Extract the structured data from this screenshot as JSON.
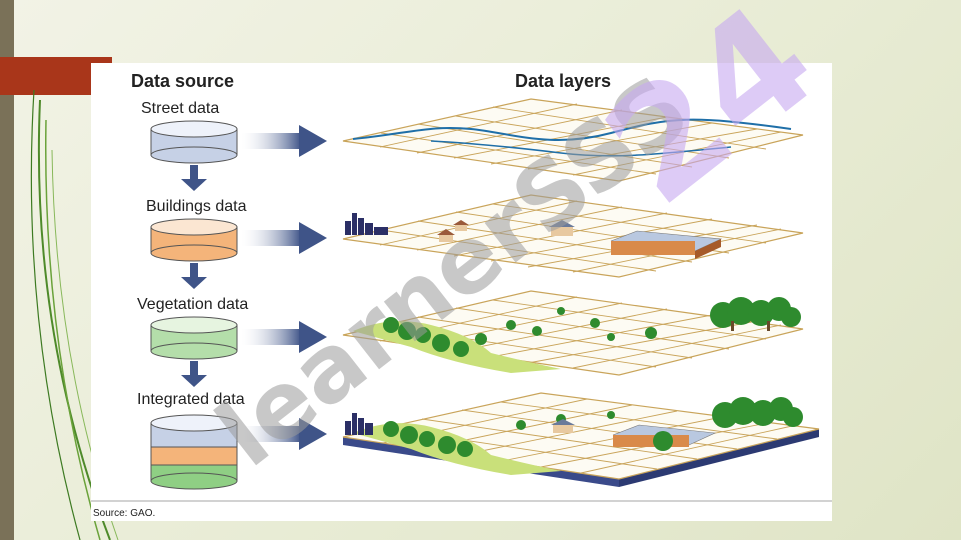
{
  "figure": {
    "source_heading": "Data source",
    "layers_heading": "Data layers",
    "source_note": "Source: GAO.",
    "sources": [
      {
        "label": "Street data",
        "color": "#b9c6e0"
      },
      {
        "label": "Buildings data",
        "color": "#f4b47a"
      },
      {
        "label": "Vegetation data",
        "color": "#a9d89a"
      },
      {
        "label": "Integrated data",
        "color": "#b9c6e0"
      }
    ],
    "colors": {
      "grid": "#c9a45a",
      "arrow": "#3f5488",
      "street": "#1f6fa8",
      "tree": "#2e8b2e",
      "base": "#3a4a8a"
    }
  },
  "watermark": {
    "text": "learnerSSS",
    "logo_text": "24"
  }
}
